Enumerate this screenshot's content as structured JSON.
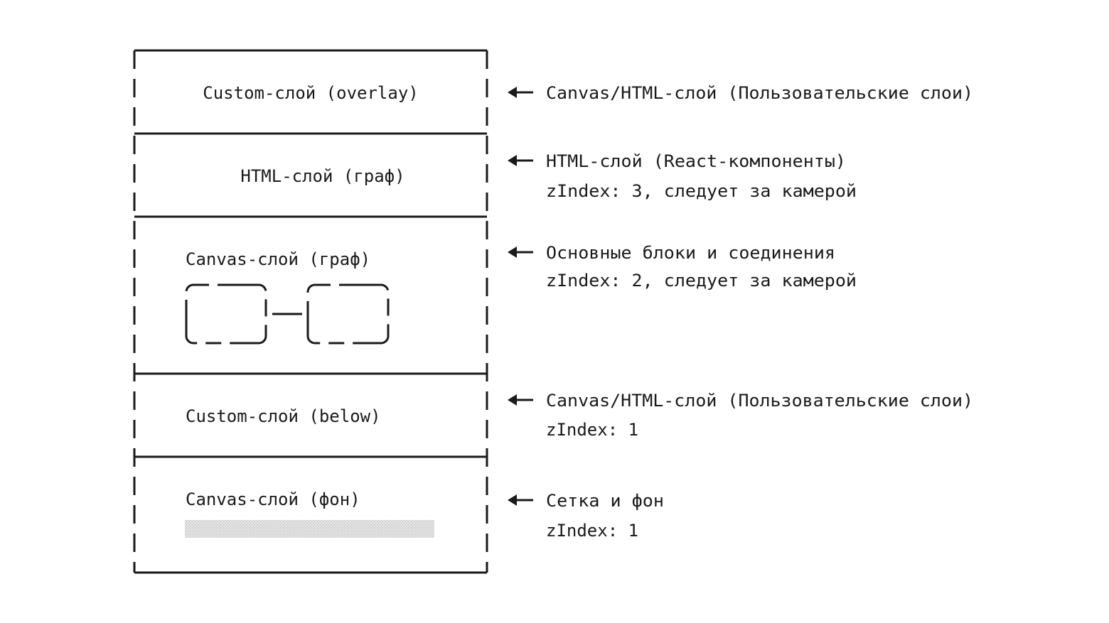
{
  "layers": [
    {
      "label": "Custom-слой (overlay)",
      "note": [
        "Canvas/HTML-слой (Пользовательские слои)"
      ]
    },
    {
      "label": "HTML-слой (граф)",
      "note": [
        "HTML-слой (React-компоненты)",
        "zIndex: 3, следует за камерой"
      ]
    },
    {
      "label": "Canvas-слой (граф)",
      "note": [
        "Основные блоки и соединения",
        "zIndex: 2, следует за камерой"
      ]
    },
    {
      "label": "Custom-слой (below)",
      "note": [
        "Canvas/HTML-слой (Пользовательские слои)",
        "zIndex: 1"
      ]
    },
    {
      "label": "Canvas-слой (фон)",
      "note": [
        "Сетка и фон",
        "zIndex: 1"
      ]
    }
  ],
  "colors": {
    "stroke": "#1a1a1a",
    "text": "#1a1a1a",
    "grid_fill": "#d4d4d4"
  }
}
